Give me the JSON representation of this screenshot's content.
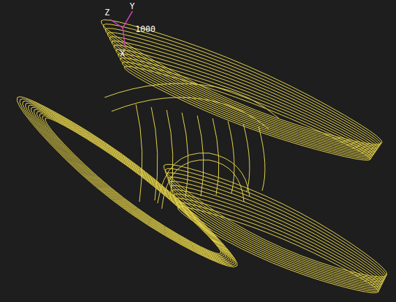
{
  "diagram": {
    "labels": [
      "Z",
      "Y",
      "X",
      "1000"
    ]
  }
}
